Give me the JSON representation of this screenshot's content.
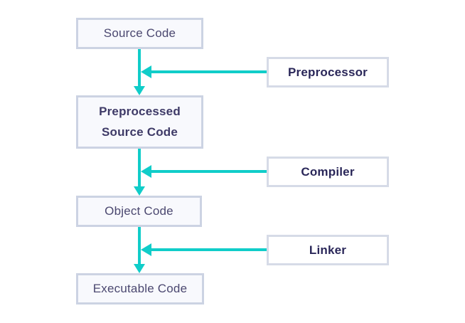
{
  "diagram": {
    "flow_nodes": [
      {
        "label": "Source Code"
      },
      {
        "label": "Preprocessed Source Code"
      },
      {
        "label": "Object Code"
      },
      {
        "label": "Executable Code"
      }
    ],
    "stage_nodes": [
      {
        "label": "Preprocessor"
      },
      {
        "label": "Compiler"
      },
      {
        "label": "Linker"
      }
    ],
    "colors": {
      "arrow": "#10cdc9",
      "box_border": "#ccd3e3",
      "box_fill": "#f8f9fd",
      "stage_border": "#d6dbe7",
      "flow_text": "#4b4870",
      "flow_text_bold": "#3e3a67",
      "stage_text": "#2a2759",
      "canvas_bg": "#ffffff"
    }
  }
}
